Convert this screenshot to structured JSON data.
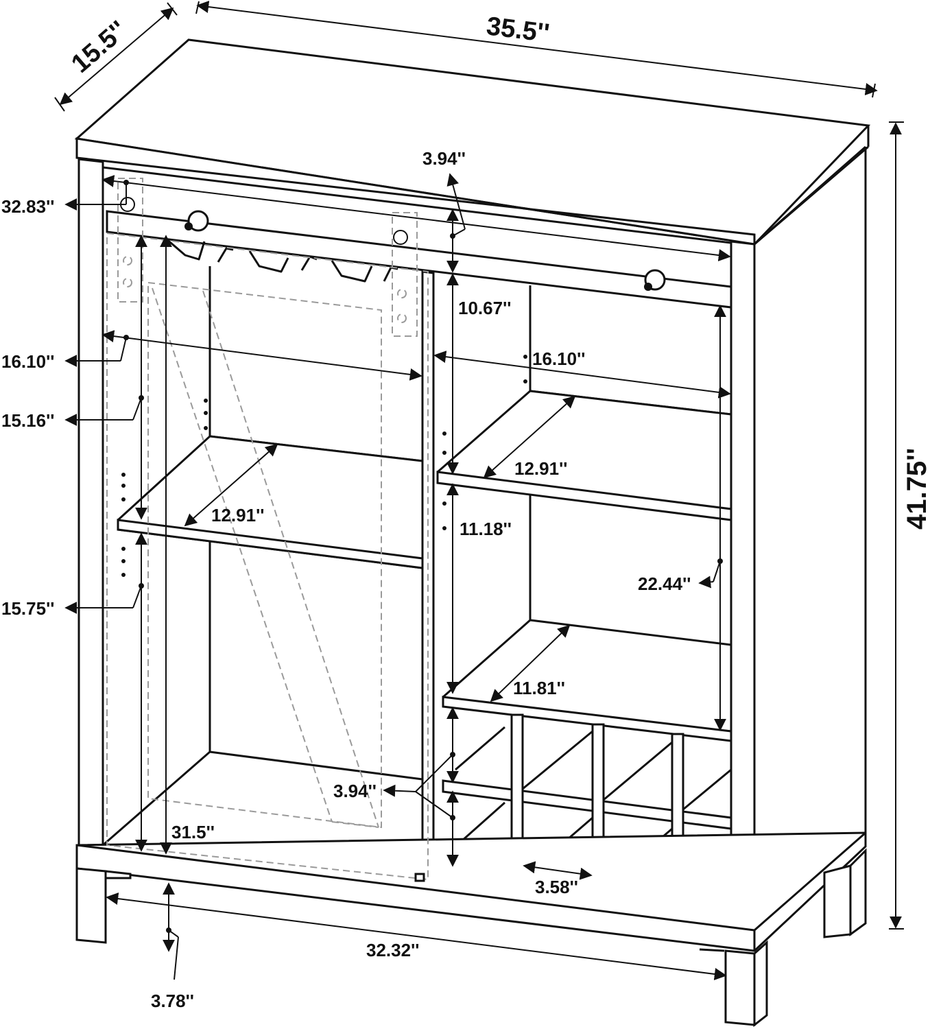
{
  "dimensions": {
    "depth": "15.5''",
    "width": "35.5''",
    "height": "41.75''",
    "inner_width": "32.83''",
    "rail_height": "3.94''",
    "upper_right_height": "10.67''",
    "left_shelf_width": "16.10''",
    "right_shelf_width": "16.10''",
    "left_upper_height": "15.16''",
    "right_shelf_depth": "12.91''",
    "left_shelf_depth": "12.91''",
    "right_middle_height": "11.18''",
    "right_tall_height": "22.44''",
    "left_lower_height": "15.75''",
    "lower_shelf_depth": "11.81''",
    "rack_gap_height": "3.94''",
    "door_height": "31.5''",
    "rack_cell_width": "3.58''",
    "base_width": "32.32''",
    "leg_height": "3.78''"
  }
}
